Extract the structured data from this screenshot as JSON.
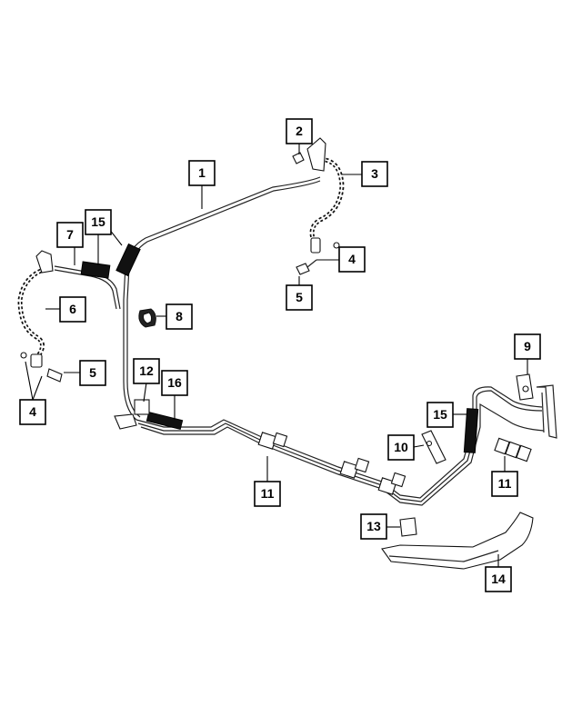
{
  "callouts": [
    {
      "id": "c1",
      "label": "1"
    },
    {
      "id": "c2",
      "label": "2"
    },
    {
      "id": "c3",
      "label": "3"
    },
    {
      "id": "c4a",
      "label": "4"
    },
    {
      "id": "c5a",
      "label": "5"
    },
    {
      "id": "c6",
      "label": "6"
    },
    {
      "id": "c7",
      "label": "7"
    },
    {
      "id": "c15a",
      "label": "15"
    },
    {
      "id": "c8",
      "label": "8"
    },
    {
      "id": "c5b",
      "label": "5"
    },
    {
      "id": "c4b",
      "label": "4"
    },
    {
      "id": "c12",
      "label": "12"
    },
    {
      "id": "c16",
      "label": "16"
    },
    {
      "id": "c9",
      "label": "9"
    },
    {
      "id": "c15b",
      "label": "15"
    },
    {
      "id": "c10",
      "label": "10"
    },
    {
      "id": "c11a",
      "label": "11"
    },
    {
      "id": "c11b",
      "label": "11"
    },
    {
      "id": "c13",
      "label": "13"
    },
    {
      "id": "c14",
      "label": "14"
    }
  ]
}
